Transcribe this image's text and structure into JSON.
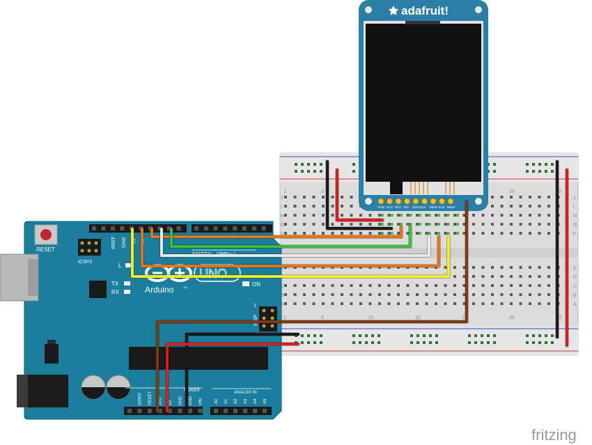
{
  "display": {
    "brand": "adafruit!",
    "pins": [
      "GND",
      "VCC",
      "RST",
      "D/C",
      "SDCS",
      "CS",
      "MOSI",
      "SCK",
      "MISO"
    ]
  },
  "arduino": {
    "reset_label": "RESET",
    "icsp2_label": "ICSP2",
    "aref_label": "AREF",
    "gnd_label": "GND",
    "pin13_label": "13",
    "pin12_label": "12",
    "digital_label": "DIGITAL (PWM=~)",
    "tx_label": "TX",
    "rx_label": "RX",
    "l_label": "L",
    "on_label": "ON",
    "logo_text": "UNO",
    "brand_text": "Arduino",
    "tm": "TM",
    "icsp_label": "ICSP",
    "icsp_one": "1",
    "power_header_labels": [
      "IOREF",
      "RESET",
      "3V3",
      "5V",
      "GND",
      "GND",
      "VIN"
    ],
    "power_label": "POWER",
    "analog_label": "ANALOG IN",
    "analog_pins": [
      "A0",
      "A1",
      "A2",
      "A3",
      "A4",
      "A5"
    ]
  },
  "breadboard": {
    "column_numbers": [
      "1",
      "5",
      "10",
      "15",
      "20",
      "25",
      "30"
    ],
    "row_letters_top": [
      "J",
      "I",
      "H",
      "G",
      "F"
    ],
    "row_letters_bottom": [
      "E",
      "D",
      "C",
      "B",
      "A"
    ]
  },
  "wire_colors": {
    "black": "#1a1a1a",
    "red": "#d71e1e",
    "orange": "#e2731f",
    "green": "#3dbd3d",
    "white": "#e9e9e9",
    "yellow": "#f2ec24",
    "brown": "#7b3a12"
  },
  "watermark": "fritzing"
}
